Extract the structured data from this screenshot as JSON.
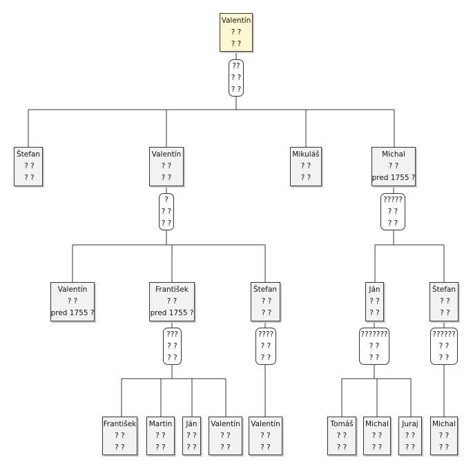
{
  "people": {
    "valentin_root": {
      "name": "Valentín",
      "birth": "? ?",
      "death": "? ?"
    },
    "stefan_1": {
      "name": "Štefan",
      "birth": "? ?",
      "death": "? ?"
    },
    "valentin_2": {
      "name": "Valentín",
      "birth": "? ?",
      "death": "? ?"
    },
    "mikulas": {
      "name": "Mikuláš",
      "birth": "? ?",
      "death": "? ?"
    },
    "michal_1": {
      "name": "Michal",
      "birth": "? ?",
      "death": "pred 1755 ?"
    },
    "valentin_3": {
      "name": "Valentín",
      "birth": "? ?",
      "death": "pred 1755 ?"
    },
    "frantisek_1": {
      "name": "František",
      "birth": "? ?",
      "death": "pred 1755 ?"
    },
    "stefan_2": {
      "name": "Štefan",
      "birth": "? ?",
      "death": "? ?"
    },
    "jan_1": {
      "name": "Ján",
      "birth": "? ?",
      "death": "? ?"
    },
    "stefan_3": {
      "name": "Štefan",
      "birth": "? ?",
      "death": "? ?"
    },
    "frantisek_2": {
      "name": "František",
      "birth": "? ?",
      "death": "? ?"
    },
    "martin": {
      "name": "Martin",
      "birth": "? ?",
      "death": "? ?"
    },
    "jan_2": {
      "name": "Ján",
      "birth": "? ?",
      "death": "? ?"
    },
    "valentin_4": {
      "name": "Valentín",
      "birth": "? ?",
      "death": "? ?"
    },
    "valentin_5": {
      "name": "Valentín",
      "birth": "? ?",
      "death": "? ?"
    },
    "tomas": {
      "name": "Tomáš",
      "birth": "? ?",
      "death": "? ?"
    },
    "michal_2": {
      "name": "Michal",
      "birth": "? ?",
      "death": "? ?"
    },
    "juraj": {
      "name": "Juraj",
      "birth": "? ?",
      "death": "? ?"
    },
    "michal_3": {
      "name": "Michal",
      "birth": "? ?",
      "death": "? ?"
    }
  },
  "marriages": {
    "m_root": {
      "spouse": "??",
      "l2": "? ?",
      "l3": "? ?"
    },
    "m_valentin_2": {
      "spouse": "?",
      "l2": "? ?",
      "l3": "? ?"
    },
    "m_michal_1": {
      "spouse": "?????",
      "l2": "? ?",
      "l3": "? ?"
    },
    "m_frantisek_1": {
      "spouse": "???",
      "l2": "? ?",
      "l3": "? ?"
    },
    "m_stefan_2": {
      "spouse": "????",
      "l2": "? ?",
      "l3": "? ?"
    },
    "m_jan_1": {
      "spouse": "???????",
      "l2": "? ?",
      "l3": "? ?"
    },
    "m_stefan_3": {
      "spouse": "??????",
      "l2": "? ?",
      "l3": "? ?"
    }
  },
  "colors": {
    "root_fill": "#fdf8cf",
    "box_fill": "#f2f2f2",
    "line": "#333333"
  }
}
